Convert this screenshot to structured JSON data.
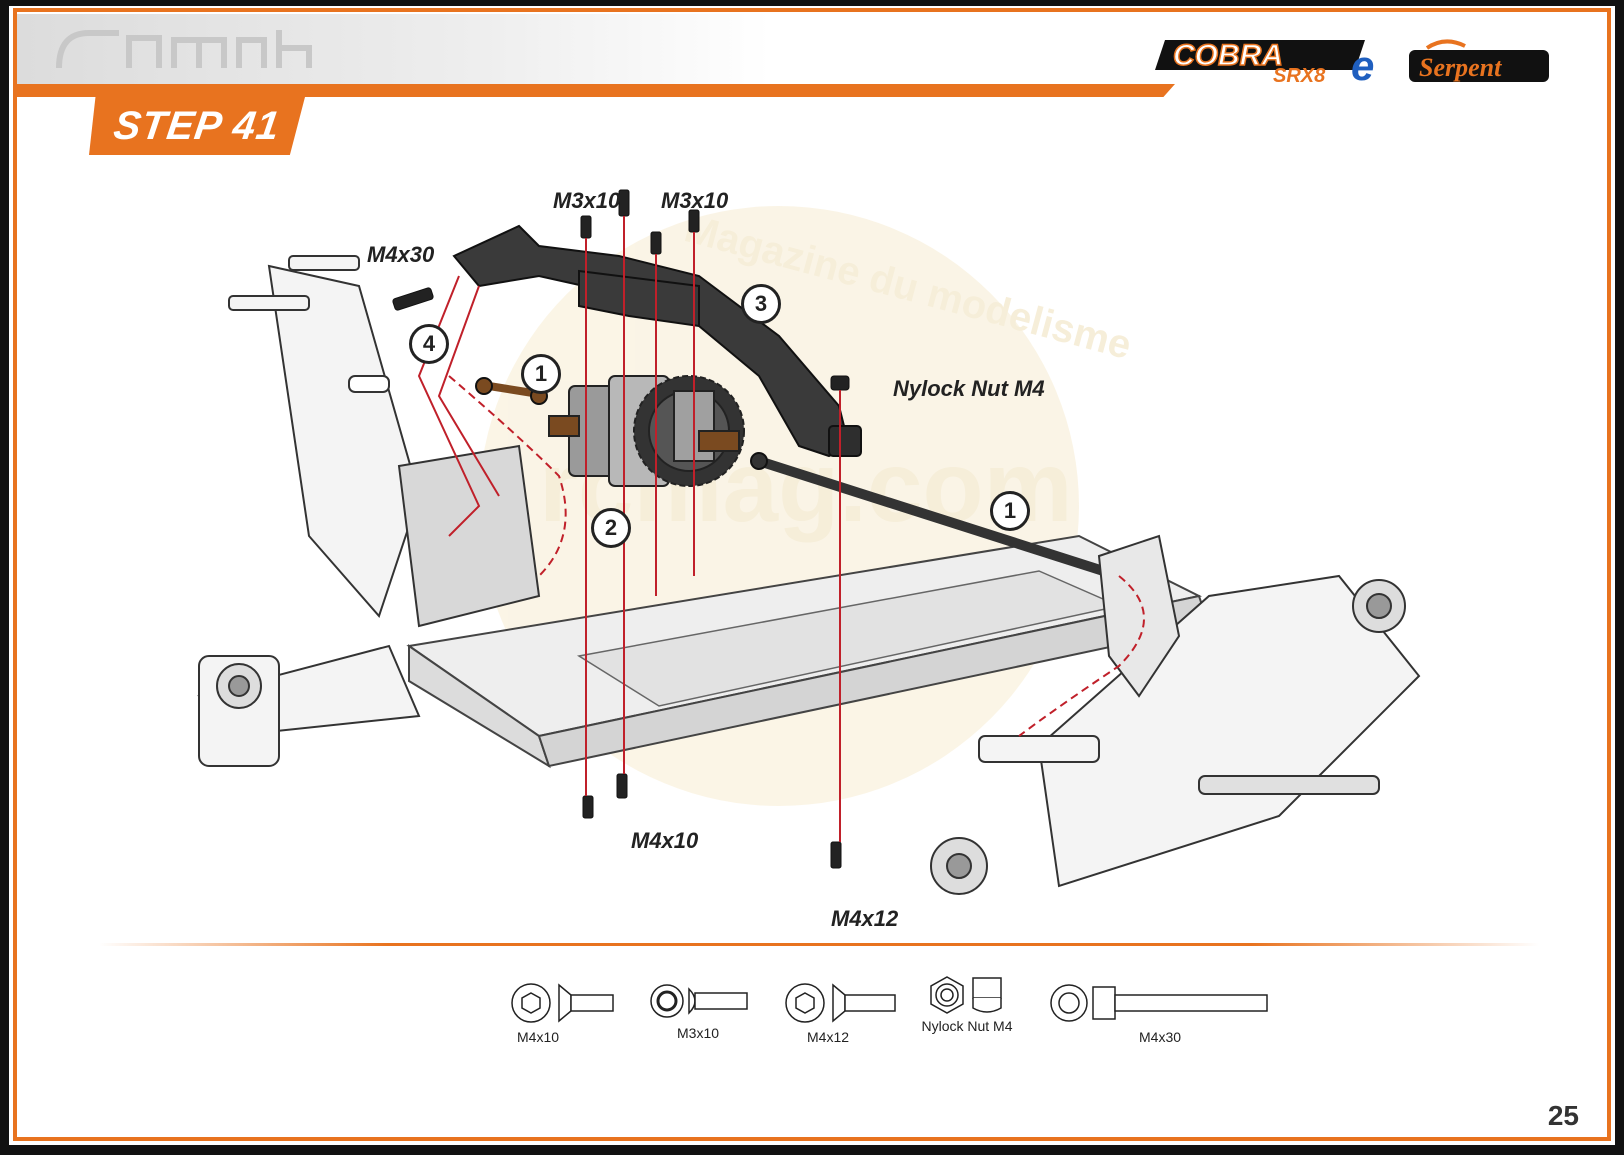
{
  "header": {
    "step_title": "STEP 41",
    "brand_model_logo": "COBRA SRX8e",
    "brand_logo": "Serpent"
  },
  "diagram": {
    "callouts": {
      "m3x10_left": "M3x10",
      "m3x10_right": "M3x10",
      "m4x30": "M4x30",
      "nylock": "Nylock Nut M4",
      "m4x10": "M4x10",
      "m4x12": "M4x12"
    },
    "step_numbers": [
      "1",
      "1",
      "2",
      "3",
      "4"
    ]
  },
  "parts_legend": [
    {
      "label": "M4x10"
    },
    {
      "label": "M3x10"
    },
    {
      "label": "M4x12"
    },
    {
      "label": "Nylock Nut M4"
    },
    {
      "label": "M4x30"
    }
  ],
  "watermark": "Magazine du modelisme rcmag.com",
  "page_number": "25",
  "colors": {
    "accent": "#e8731f",
    "callout_line": "#c0202a",
    "ink": "#222222"
  }
}
